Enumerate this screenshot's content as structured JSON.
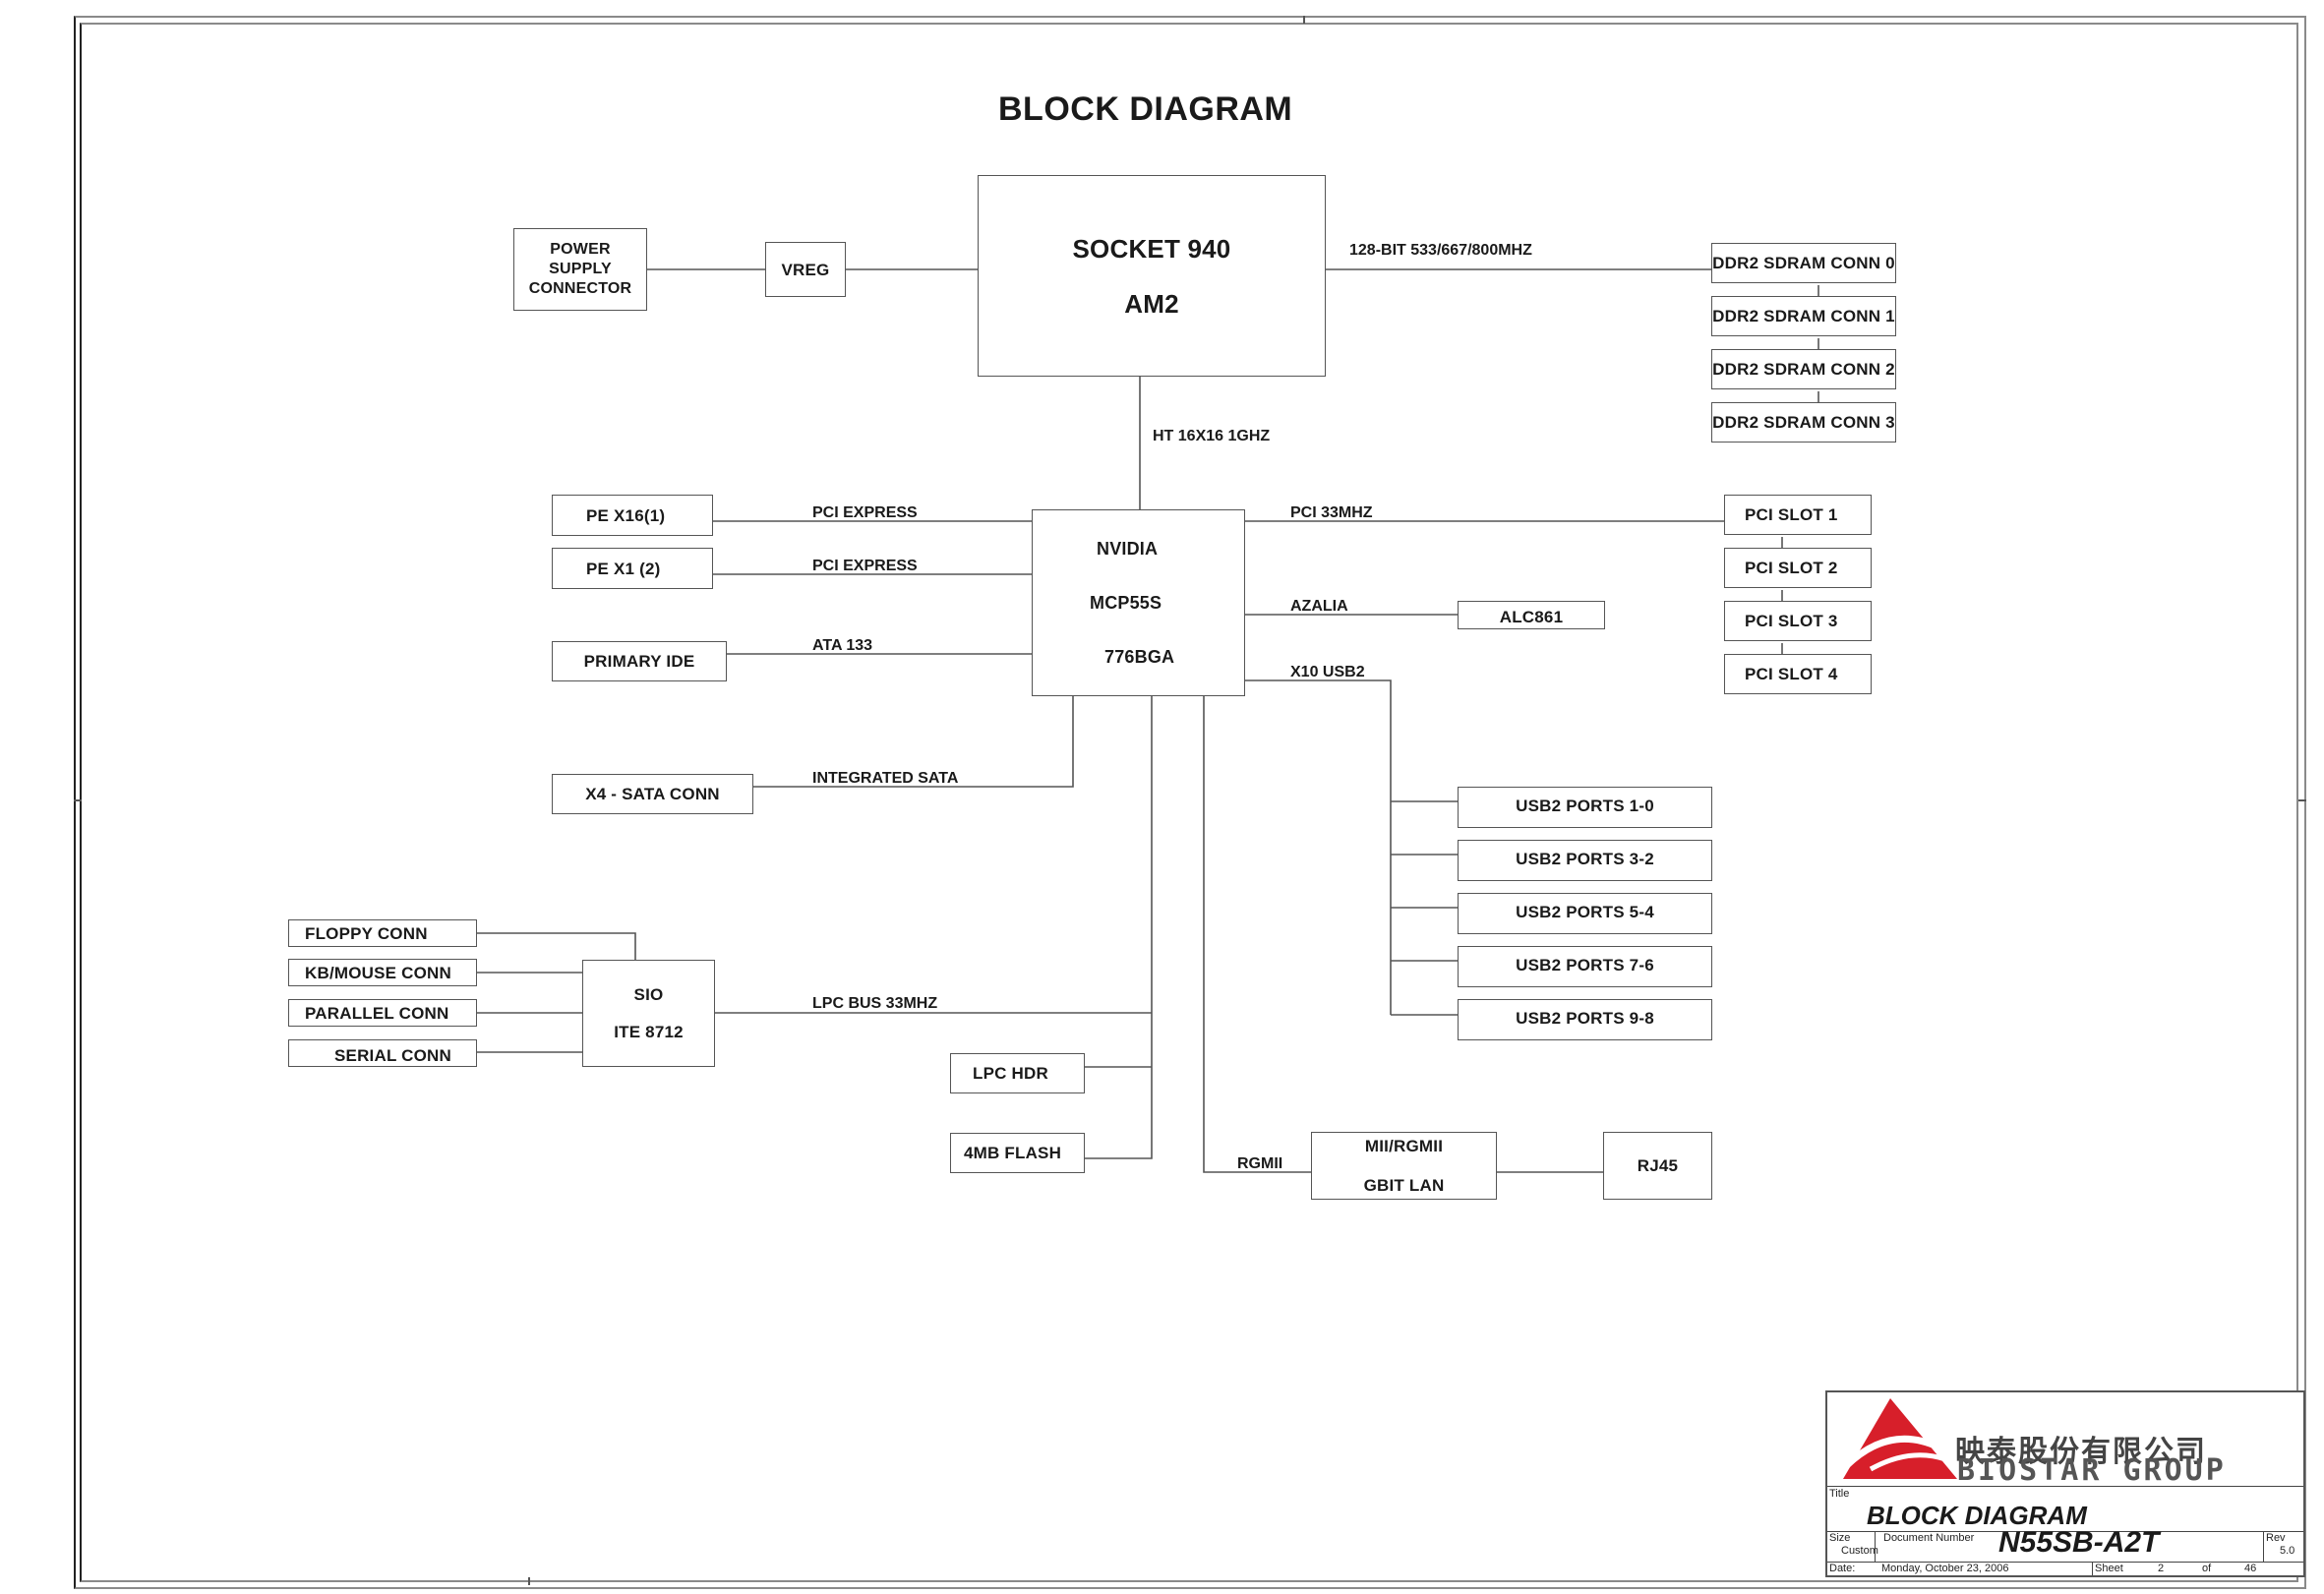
{
  "page_title": "BLOCK DIAGRAM",
  "cpu": {
    "line1": "SOCKET 940",
    "line2": "AM2"
  },
  "power": {
    "line1": "POWER",
    "line2": "SUPPLY",
    "line3": "CONNECTOR"
  },
  "vreg": "VREG",
  "memory_bus_label": "128-BIT 533/667/800MHZ",
  "dimms": [
    "DDR2 SDRAM CONN 0",
    "DDR2 SDRAM CONN 1",
    "DDR2 SDRAM CONN 2",
    "DDR2 SDRAM CONN 3"
  ],
  "ht_label": "HT 16X16 1GHZ",
  "chipset": {
    "line1": "NVIDIA",
    "line2": "MCP55S",
    "line3": "776BGA"
  },
  "left_devices": [
    {
      "name": "PE X16(1)",
      "bus": "PCI EXPRESS"
    },
    {
      "name": "PE X1 (2)",
      "bus": "PCI EXPRESS"
    },
    {
      "name": "PRIMARY IDE",
      "bus": "ATA 133"
    },
    {
      "name": "X4 - SATA CONN",
      "bus": "INTEGRATED SATA"
    }
  ],
  "pci_bus_label": "PCI 33MHZ",
  "pci_slots": [
    "PCI SLOT 1",
    "PCI SLOT 2",
    "PCI SLOT 3",
    "PCI SLOT 4"
  ],
  "audio": {
    "bus": "AZALIA",
    "codec": "ALC861"
  },
  "usb": {
    "bus": "X10 USB2",
    "ports": [
      "USB2 PORTS 1-0",
      "USB2 PORTS 3-2",
      "USB2 PORTS 5-4",
      "USB2 PORTS 7-6",
      "USB2 PORTS 9-8"
    ]
  },
  "sio": {
    "line1": "SIO",
    "line2": "ITE 8712",
    "bus": "LPC BUS 33MHZ",
    "connectors": [
      "FLOPPY CONN",
      "KB/MOUSE CONN",
      "PARALLEL CONN",
      "SERIAL CONN"
    ]
  },
  "lpc_hdr": "LPC HDR",
  "flash": "4MB FLASH",
  "lan": {
    "bus": "RGMII",
    "line1": "MII/RGMII",
    "line2": "GBIT LAN",
    "jack": "RJ45"
  },
  "title_block": {
    "company_cn": "映泰股份有限公司",
    "company_en": "BIOSTAR GROUP",
    "brand_color": "#d71f2a",
    "title_label": "Title",
    "title": "BLOCK DIAGRAM",
    "size_label": "Size",
    "size": "Custom",
    "doc_label": "Document Number",
    "doc_number": "N55SB-A2T",
    "rev_label": "Rev",
    "rev": "5.0",
    "date_label": "Date:",
    "date": "Monday, October 23, 2006",
    "sheet_label": "Sheet",
    "sheet": "2",
    "of_label": "of",
    "sheet_total": "46"
  }
}
